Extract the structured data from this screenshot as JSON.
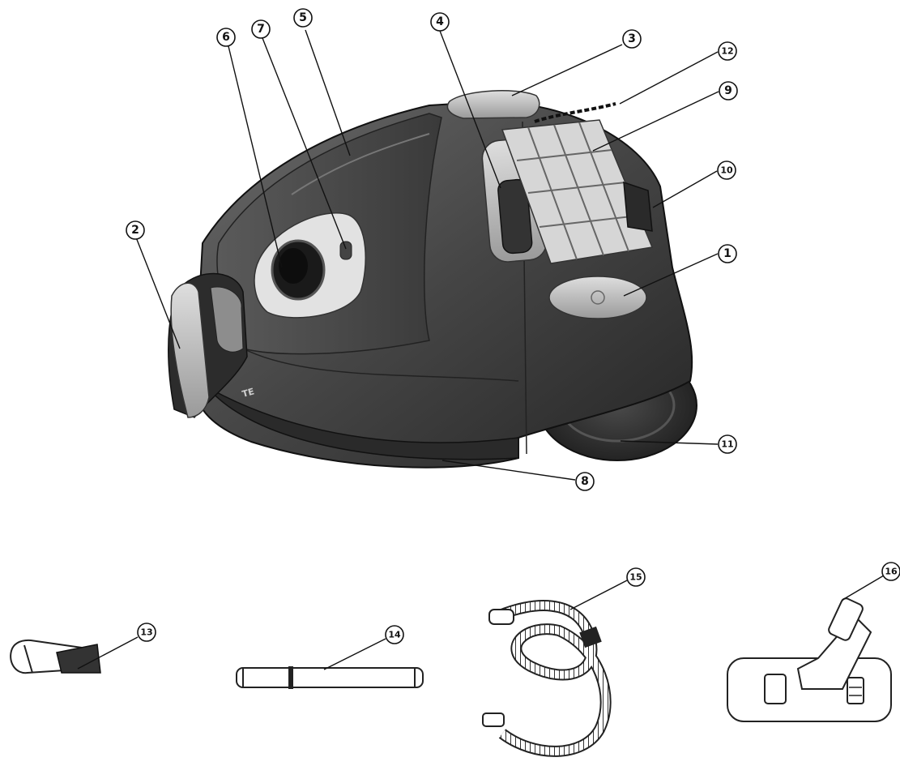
{
  "callouts": {
    "c1": "1",
    "c2": "2",
    "c3": "3",
    "c4": "4",
    "c5": "5",
    "c6": "6",
    "c7": "7",
    "c8": "8",
    "c9": "9",
    "c10": "10",
    "c11": "11",
    "c12": "12",
    "c13": "13",
    "c14": "14",
    "c15": "15",
    "c16": "16"
  },
  "body_logo": "TE",
  "icons": [
    "vacuum-cleaner-body",
    "crevice-tool",
    "telescopic-tube",
    "flexible-hose",
    "floor-brush"
  ],
  "colors": {
    "body": "#3d3d3d",
    "body_dark": "#262626",
    "accent_light": "#a8a8a8",
    "background": "#ffffff"
  }
}
